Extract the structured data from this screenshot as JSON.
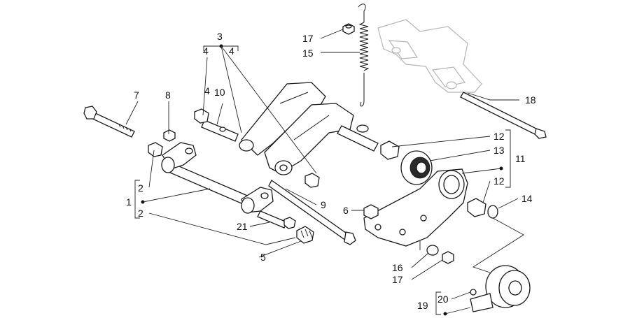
{
  "colors": {
    "line": "#1a1a1a",
    "ghost": "#b5b5b5",
    "background": "#ffffff"
  },
  "callouts": {
    "c1": "1",
    "c2a": "2",
    "c2b": "2",
    "c3": "3",
    "c4a": "4",
    "c4b": "4",
    "c4c": "4",
    "c5": "5",
    "c6": "6",
    "c7": "7",
    "c8": "8",
    "c9": "9",
    "c10": "10",
    "c11": "11",
    "c12a": "12",
    "c12b": "12",
    "c13": "13",
    "c14": "14",
    "c15": "15",
    "c16": "16",
    "c17a": "17",
    "c17b": "17",
    "c18": "18",
    "c19": "19",
    "c20": "20",
    "c21": "21"
  }
}
